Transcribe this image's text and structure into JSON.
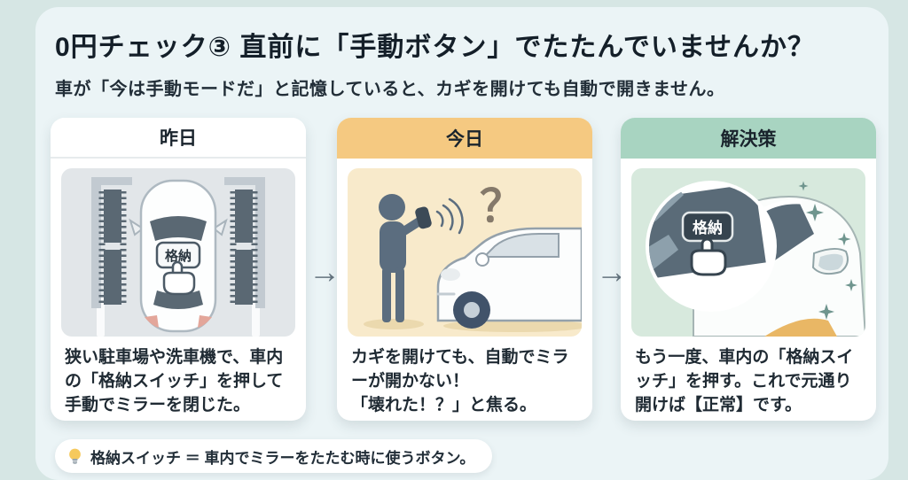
{
  "header": {
    "title": "0円チェック③ 直前に「手動ボタン」でたたんでいませんか？",
    "subtitle": "車が「今は手動モードだ」と記憶していると、カギを開けても自動で開きません。"
  },
  "cards": [
    {
      "label": "昨日",
      "body": "狭い駐車場や洗車機で、車内の「格納スイッチ」を押して手動でミラーを閉じた。",
      "illustration": "car-wash-top-view-pressing-stow-button",
      "button_label": "格納"
    },
    {
      "label": "今日",
      "body": "カギを開けても、自動でミラーが開かない！\n「壊れた！？」と焦る。",
      "illustration": "person-with-key-fob-car-not-responding",
      "question_mark": "？"
    },
    {
      "label": "解決策",
      "body": "もう一度、車内の「格納スイッチ」を押す。これで元通り開けば【正常】です。",
      "illustration": "finger-pressing-stow-switch-mirror-opens",
      "button_label": "格納"
    }
  ],
  "arrow_glyph": "→",
  "note": {
    "icon": "lightbulb-icon",
    "text": "格納スイッチ ＝ 車内でミラーをたたむ時に使うボタン。"
  },
  "colors": {
    "outer_bg": "#D6E6E4",
    "panel_bg": "#EBF4F6",
    "today_header": "#F5C981",
    "solution_header": "#A8D4C1",
    "yesterday_image_bg": "#E2E6E9",
    "today_image_bg": "#F8EACB",
    "solution_image_bg": "#D7E9DD",
    "arrow": "#64737E",
    "text": "#1E2933",
    "bulb_yellow": "#F6C95C"
  }
}
